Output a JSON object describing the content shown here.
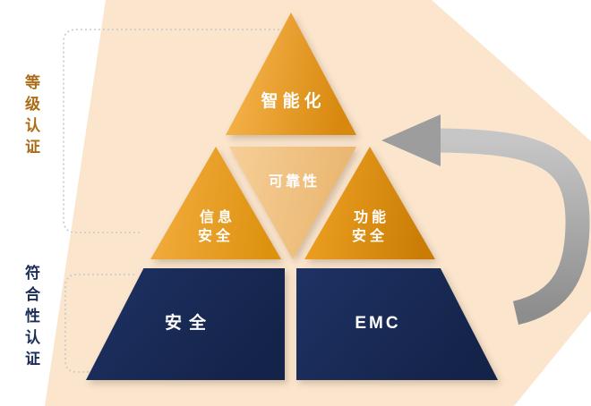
{
  "pyramid": {
    "top": {
      "label": "智能化"
    },
    "middle_left": {
      "line1": "信息",
      "line2": "安全"
    },
    "middle_center": {
      "label": "可靠性"
    },
    "middle_right": {
      "line1": "功能",
      "line2": "安全"
    },
    "bottom_left": {
      "label": "安全"
    },
    "bottom_right": {
      "label": "EMC"
    }
  },
  "side_labels": {
    "upper": "等级认证",
    "lower": "符合性认证"
  },
  "colors": {
    "orange_light": "#f6b44d",
    "orange_dark": "#c97d06",
    "tan_light": "#f6cf97",
    "navy": "#17264f",
    "background_band": "#fbe5cd",
    "arrow_gray": "#a3a3a3",
    "dotted_line": "#c9c9c9",
    "upper_label_color": "#ad6b15",
    "lower_label_color": "#1c2c58"
  }
}
